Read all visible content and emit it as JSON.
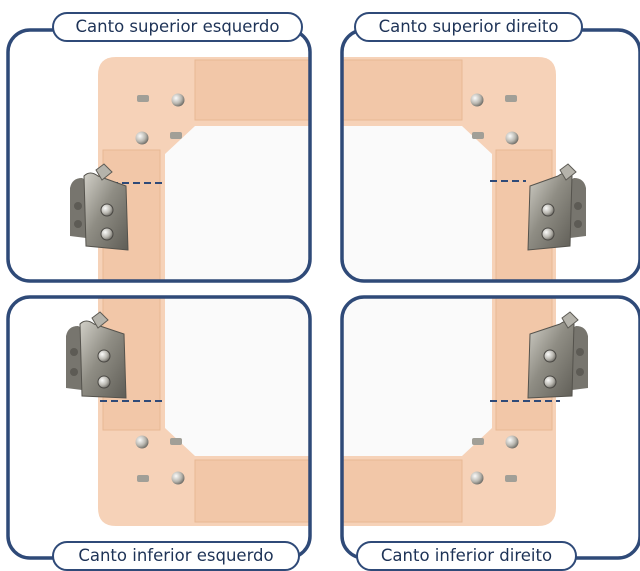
{
  "panels": {
    "top_left": {
      "label": "Canto superior esquerdo"
    },
    "top_right": {
      "label": "Canto superior direito"
    },
    "bottom_left": {
      "label": "Canto inferior esquerdo"
    },
    "bottom_right": {
      "label": "Canto inferior direito"
    }
  },
  "colors": {
    "frame_border": "#2f4a78",
    "label_text": "#1e3357",
    "product_frame": "#f6d2b8",
    "product_frame_shade": "#efc3a3",
    "bracket_metal": "#8f8d84",
    "dashed_line": "#2f4a78"
  },
  "icons": {
    "bracket": "metal-corner-bracket-icon",
    "screw": "screw-icon"
  }
}
